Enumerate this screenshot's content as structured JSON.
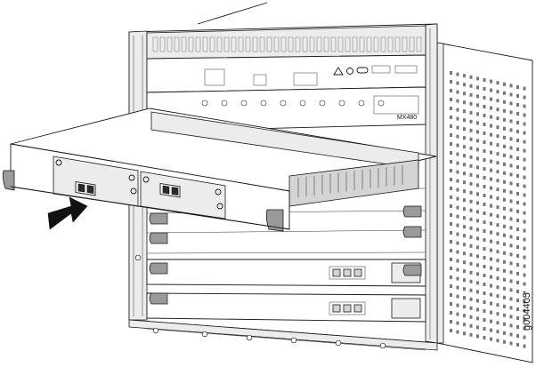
{
  "figure": {
    "model_label": "MX480",
    "figure_id": "g004405"
  },
  "colors": {
    "line": "#1a1a1a",
    "chassis_fill": "#ffffff",
    "shadow": "#d4d4d4",
    "arrow": "#111111"
  },
  "icons": [
    "insert-direction-arrow",
    "ejector-handle",
    "captive-screw",
    "vent-grid",
    "fiber-port"
  ]
}
